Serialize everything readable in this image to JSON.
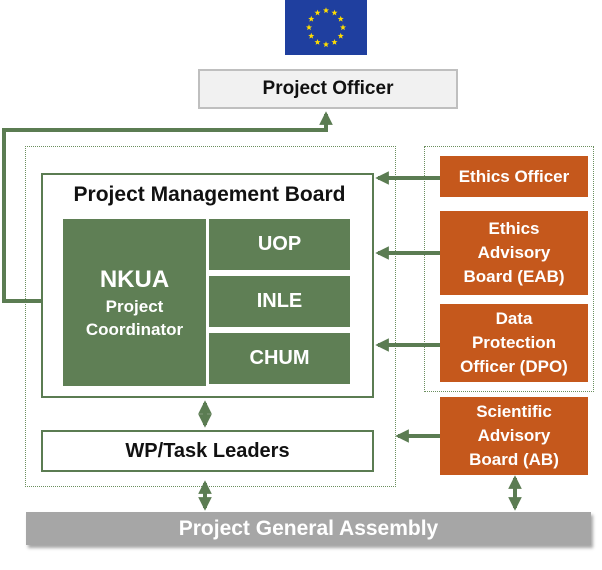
{
  "top": {
    "flag_icon": "eu-flag-icon",
    "project_officer": "Project Officer"
  },
  "management_board": {
    "title": "Project Management Board",
    "coordinator_name": "NKUA",
    "coordinator_role_line1": "Project",
    "coordinator_role_line2": "Coordinator",
    "partners": [
      "UOP",
      "INLE",
      "CHUM"
    ]
  },
  "wp_leaders": "WP/Task Leaders",
  "advisory": {
    "ethics_officer": "Ethics Officer",
    "ethics_advisory_board": "Ethics\nAdvisory\nBoard (EAB)",
    "data_protection_officer": "Data\nProtection\nOfficer (DPO)",
    "scientific_advisory_board": "Scientific\nAdvisory\nBoard (AB)"
  },
  "assembly": "Project General Assembly",
  "colors": {
    "green": "#5f7f55",
    "orange": "#c5581c",
    "eu_blue": "#1f3f9f",
    "eu_gold": "#ffdd00",
    "connector": "#5b7c52"
  }
}
